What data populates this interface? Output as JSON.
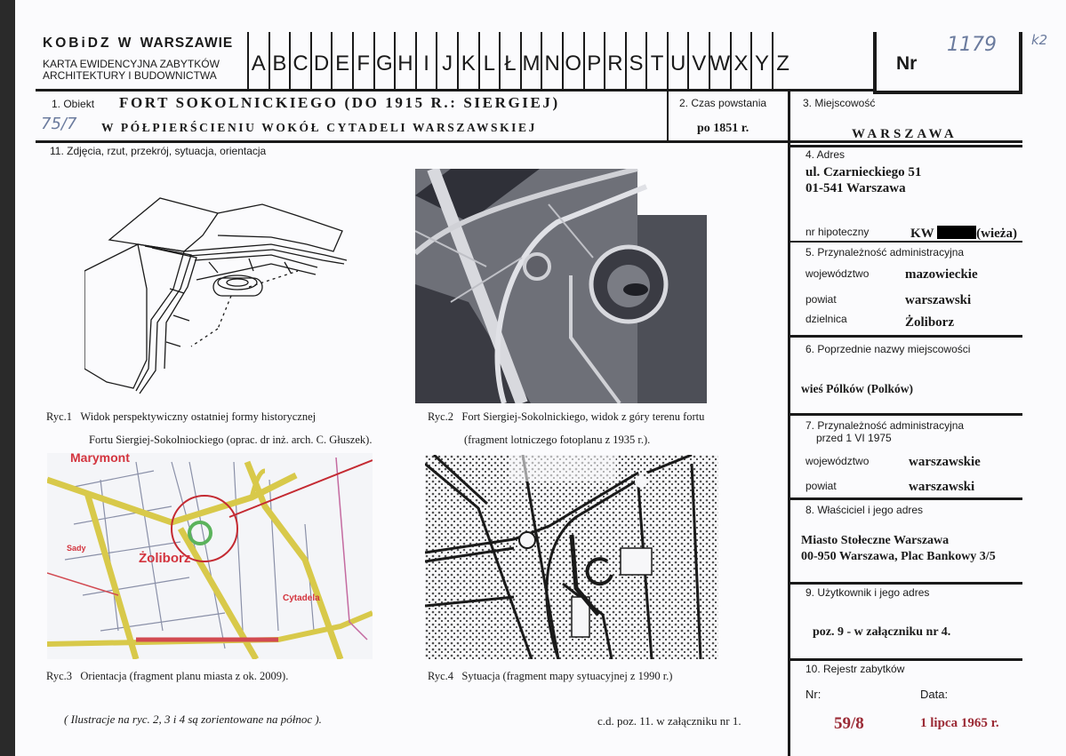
{
  "header": {
    "institution": "KOBiDZ W",
    "institution_city": "WARSZAWIE",
    "card_type_line1": "KARTA EWIDENCYJNA ZABYTKÓW",
    "card_type_line2": "ARCHITEKTURY I BUDOWNICTWA",
    "letters": [
      "A",
      "B",
      "C",
      "D",
      "E",
      "F",
      "G",
      "H",
      "I",
      "J",
      "K",
      "L",
      "Ł",
      "M",
      "N",
      "O",
      "P",
      "R",
      "S",
      "T",
      "U",
      "V",
      "W",
      "X",
      "Y",
      "Z"
    ],
    "nr_label": "Nr",
    "nr_handwritten": "1179",
    "margin_note": "k2"
  },
  "field1": {
    "label": "1. Obiekt",
    "handwritten": "75/7",
    "title_line1": "FORT SOKOLNICKIEGO (DO 1915 R.: SIERGIEJ)",
    "title_line2": "W PÓŁPIERŚCIENIU WOKÓŁ CYTADELI WARSZAWSKIEJ"
  },
  "field2": {
    "label": "2. Czas powstania",
    "value": "po 1851 r."
  },
  "field3": {
    "label": "3. Miejscowość",
    "value": "WARSZAWA"
  },
  "field4": {
    "label": "4. Adres",
    "line1": "ul. Czarnieckiego 51",
    "line2": "01-541 Warszawa",
    "mortgage_label": "nr hipoteczny",
    "mortgage_prefix": "KW",
    "mortgage_suffix": "(wieża)"
  },
  "field5": {
    "label": "5. Przynależność administracyjna",
    "rows": [
      {
        "key": "województwo",
        "value": "mazowieckie"
      },
      {
        "key": "powiat",
        "value": "warszawski"
      },
      {
        "key": "dzielnica",
        "value": "Żoliborz"
      }
    ]
  },
  "field6": {
    "label": "6. Poprzednie nazwy miejscowości",
    "value": "wieś Pólków (Polków)"
  },
  "field7": {
    "label_line1": "7. Przynależność administracyjna",
    "label_line2": "przed 1 VI 1975",
    "rows": [
      {
        "key": "województwo",
        "value": "warszawskie"
      },
      {
        "key": "powiat",
        "value": "warszawski"
      }
    ]
  },
  "field8": {
    "label": "8. Właściciel i jego adres",
    "line1": "Miasto Stołeczne Warszawa",
    "line2": "00-950 Warszawa, Plac Bankowy 3/5"
  },
  "field9": {
    "label": "9. Użytkownik i jego adres",
    "value": "poz. 9  - w załączniku nr 4."
  },
  "field10": {
    "label": "10. Rejestr zabytków",
    "nr_label": "Nr:",
    "date_label": "Data:",
    "nr_value": "59/8",
    "date_value": "1 lipca 1965 r.",
    "value_color": "#9b2a35"
  },
  "field11": {
    "label": "11. Zdjęcia, rzut, przekrój, sytuacja, orientacja",
    "figures": [
      {
        "id": "Ryc.1",
        "line1": "Widok perspektywiczny ostatniej formy historycznej",
        "line2": "Fortu Siergiej-Sokolniockiego (oprac. dr inż. arch. C. Głuszek)."
      },
      {
        "id": "Ryc.2",
        "line1": "Fort Siergiej-Sokolnickiego, widok z góry terenu fortu",
        "line2": "(fragment lotniczego fotoplanu z 1935 r.)."
      },
      {
        "id": "Ryc.3",
        "line1": "Orientacja  (fragment planu miasta z ok. 2009).",
        "line2": ""
      },
      {
        "id": "Ryc.4",
        "line1": "Sytuacja  (fragment  mapy sytuacyjnej z 1990 r.)",
        "line2": ""
      }
    ],
    "map_labels": {
      "marymont": "Marymont",
      "zoliborz": "Żoliborz",
      "cytadela": "Cytadela",
      "sady": "Sady"
    },
    "note": "( Ilustracje na ryc. 2, 3  i  4  są zorientowane na północ ).",
    "continuation": "c.d. poz. 11. w załączniku nr 1."
  }
}
